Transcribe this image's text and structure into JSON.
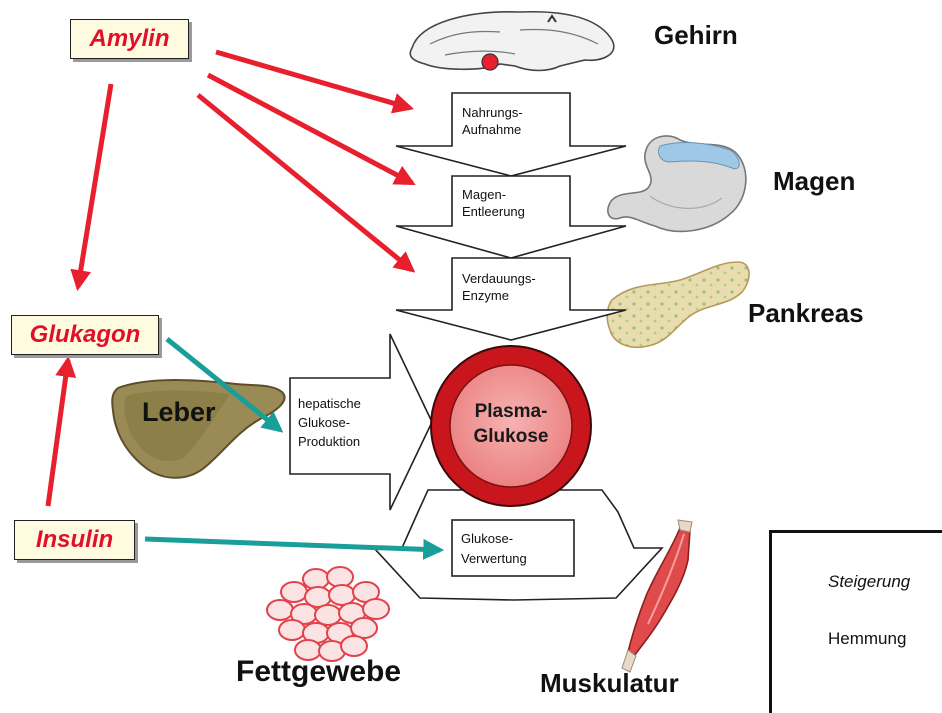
{
  "hormones": {
    "amylin": "Amylin",
    "glukagon": "Glukagon",
    "insulin": "Insulin"
  },
  "organs": {
    "brain": "Gehirn",
    "stomach": "Magen",
    "pancreas": "Pankreas",
    "liver": "Leber",
    "fat": "Fettgewebe",
    "muscle": "Muskulatur"
  },
  "processes": {
    "food_intake": [
      "Nahrungs-",
      "Aufnahme"
    ],
    "gastric_emptying": [
      "Magen-",
      "Entleerung"
    ],
    "digestive_enzymes": [
      "Verdauungs-",
      "Enzyme"
    ],
    "hepatic_glucose": [
      "hepatische",
      "Glukose-",
      "Produktion"
    ],
    "glucose_use": [
      "Glukose-",
      "Verwertung"
    ]
  },
  "center": [
    "Plasma-",
    "Glukose"
  ],
  "legend": {
    "increase": "Steigerung",
    "inhibition": "Hemmung"
  },
  "colors": {
    "inhibit_arrow": "#e8202e",
    "increase_arrow": "#1a9e9a",
    "hormone_text": "#e0102a",
    "center_outer": "#c9161c",
    "center_inner": "#f08a8a"
  }
}
